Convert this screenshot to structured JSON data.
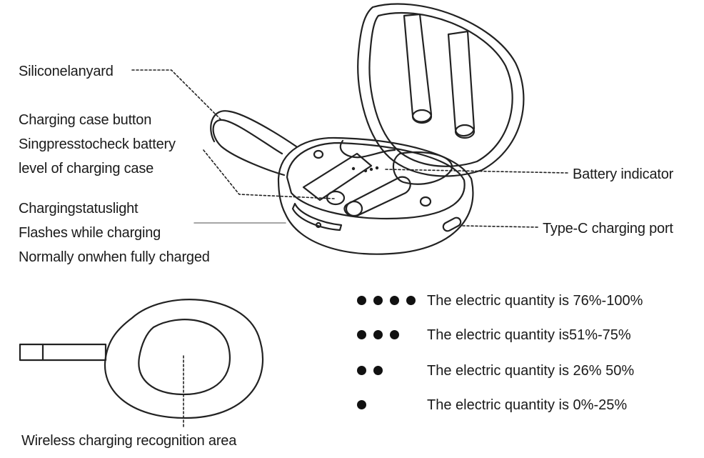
{
  "labels": {
    "silicone_lanyard": "Siliconelanyard",
    "charging_case_button": [
      "Charging case button",
      "Singpresstocheck battery",
      "level of charging case"
    ],
    "charging_status_light": [
      "Chargingstatuslight",
      "Flashes while charging",
      "Normally onwhen fully charged"
    ],
    "battery_indicator": "Battery indicator",
    "type_c_port": "Type-C charging port",
    "wireless_area": "Wireless charging recognition area"
  },
  "battery_legend": [
    {
      "dots": 4,
      "text": "The electric quantity is 76%-100%"
    },
    {
      "dots": 3,
      "text": "The electric quantity is51%-75%"
    },
    {
      "dots": 2,
      "text": "The electric quantity is 26% 50%"
    },
    {
      "dots": 1,
      "text": "The electric quantity is 0%-25%"
    }
  ],
  "colors": {
    "line": "#222222",
    "dot": "#111111",
    "background": "#ffffff"
  }
}
